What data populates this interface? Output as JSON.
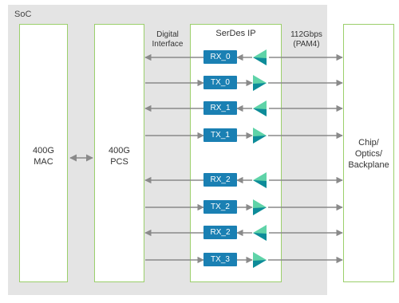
{
  "soc_label": "SoC",
  "mac": {
    "line1": "400G",
    "line2": "MAC"
  },
  "pcs": {
    "line1": "400G",
    "line2": "PCS"
  },
  "serdes": {
    "title": "SerDes IP"
  },
  "digital_interface": {
    "line1": "Digital",
    "line2": "Interface"
  },
  "link_speed": {
    "line1": "112Gbps",
    "line2": "(PAM4)"
  },
  "chip": {
    "line1": "Chip/",
    "line2": "Optics/",
    "line3": "Backplane"
  },
  "lanes": [
    {
      "label": "RX_0",
      "dir": "rx"
    },
    {
      "label": "TX_0",
      "dir": "tx"
    },
    {
      "label": "RX_1",
      "dir": "rx"
    },
    {
      "label": "TX_1",
      "dir": "tx"
    },
    {
      "label": "RX_2",
      "dir": "rx"
    },
    {
      "label": "TX_2",
      "dir": "tx"
    },
    {
      "label": "RX_2",
      "dir": "rx"
    },
    {
      "label": "TX_3",
      "dir": "tx"
    }
  ],
  "colors": {
    "soc_bg": "#e4e4e4",
    "block_border": "#9bcf6b",
    "lane_box": "#1a80b3",
    "amp_light": "#5fd3a8",
    "amp_dark": "#0d8b99",
    "arrow": "#8a8a8a"
  }
}
